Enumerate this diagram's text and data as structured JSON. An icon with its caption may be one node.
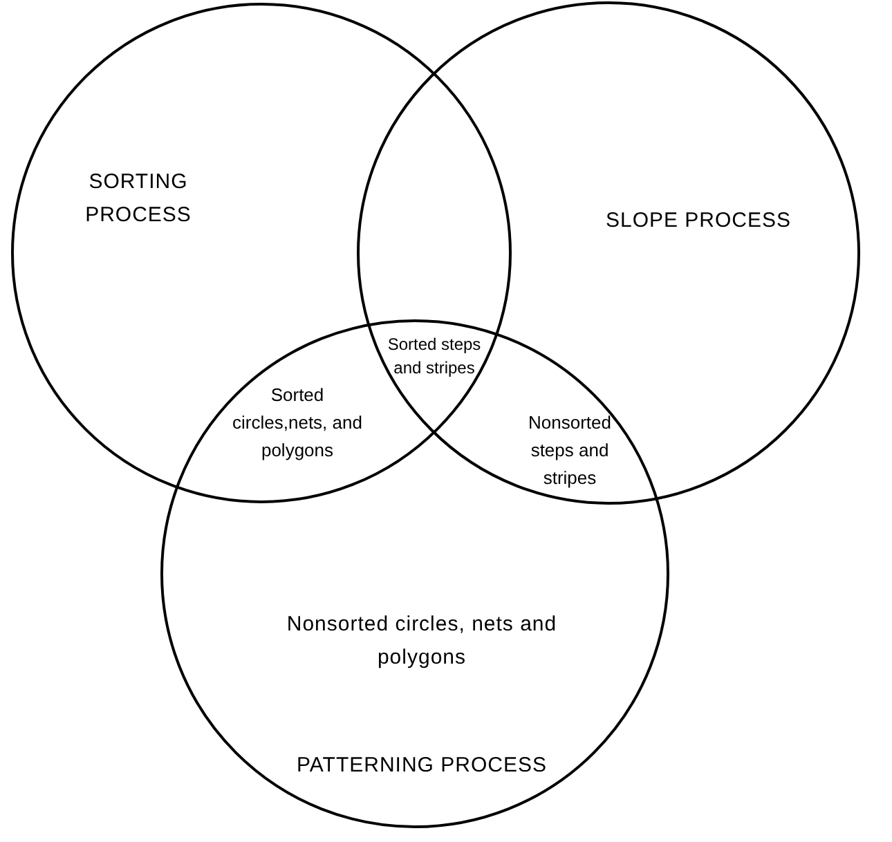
{
  "diagram": {
    "nodes": [
      {
        "text": [
          "SORTING PROCESS"
        ]
      },
      {
        "text": [
          "SLOPE PROCESS"
        ]
      },
      {
        "text": [
          "Nonsorted circles, nets and polygons",
          "PATTERNING PROCESS"
        ]
      }
    ],
    "labels": [
      "Sorted steps and stripes",
      "Sorted circles,nets, and polygons",
      "Nonsorted steps and stripes"
    ]
  }
}
